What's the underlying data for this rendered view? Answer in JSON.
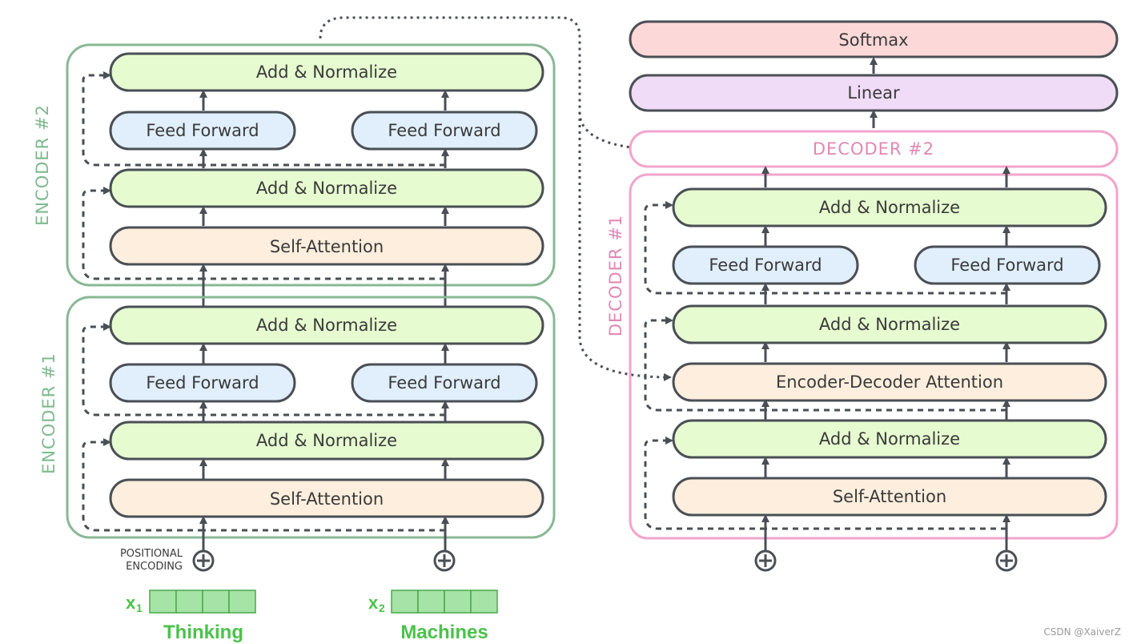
{
  "colors": {
    "encoder_frame": "#88b894",
    "decoder_frame": "#f2a4cc",
    "add_norm": "#e6fbd0",
    "feed_forward": "#e0effb",
    "attention": "#fdeedd",
    "softmax": "#fdd8d8",
    "linear": "#f0dcf6",
    "stroke": "#4a4f55",
    "word": "#4ac24a",
    "embedding": "#a6e3a6",
    "decoder_label": "#e088b4",
    "encoder_label": "#7fba8f"
  },
  "encoder2": {
    "label": "ENCODER #2",
    "add_norm_top": "Add & Normalize",
    "ff_left": "Feed Forward",
    "ff_right": "Feed Forward",
    "add_norm_bottom": "Add & Normalize",
    "self_attention": "Self-Attention"
  },
  "encoder1": {
    "label": "ENCODER #1",
    "add_norm_top": "Add & Normalize",
    "ff_left": "Feed Forward",
    "ff_right": "Feed Forward",
    "add_norm_bottom": "Add & Normalize",
    "self_attention": "Self-Attention"
  },
  "inputs": {
    "positional_line1": "POSITIONAL",
    "positional_line2": "ENCODING",
    "x1": "x",
    "x1_sub": "1",
    "x2": "x",
    "x2_sub": "2",
    "word1": "Thinking",
    "word2": "Machines",
    "plus_icon": "circle-plus"
  },
  "decoder_stack": {
    "softmax": "Softmax",
    "linear": "Linear",
    "decoder2_label": "DECODER #2"
  },
  "decoder1": {
    "label": "DECODER #1",
    "add_norm_top": "Add & Normalize",
    "ff_left": "Feed Forward",
    "ff_right": "Feed Forward",
    "add_norm_mid": "Add & Normalize",
    "enc_dec_attention": "Encoder-Decoder Attention",
    "add_norm_bottom": "Add & Normalize",
    "self_attention": "Self-Attention"
  },
  "watermark": "CSDN @XaiverZ"
}
